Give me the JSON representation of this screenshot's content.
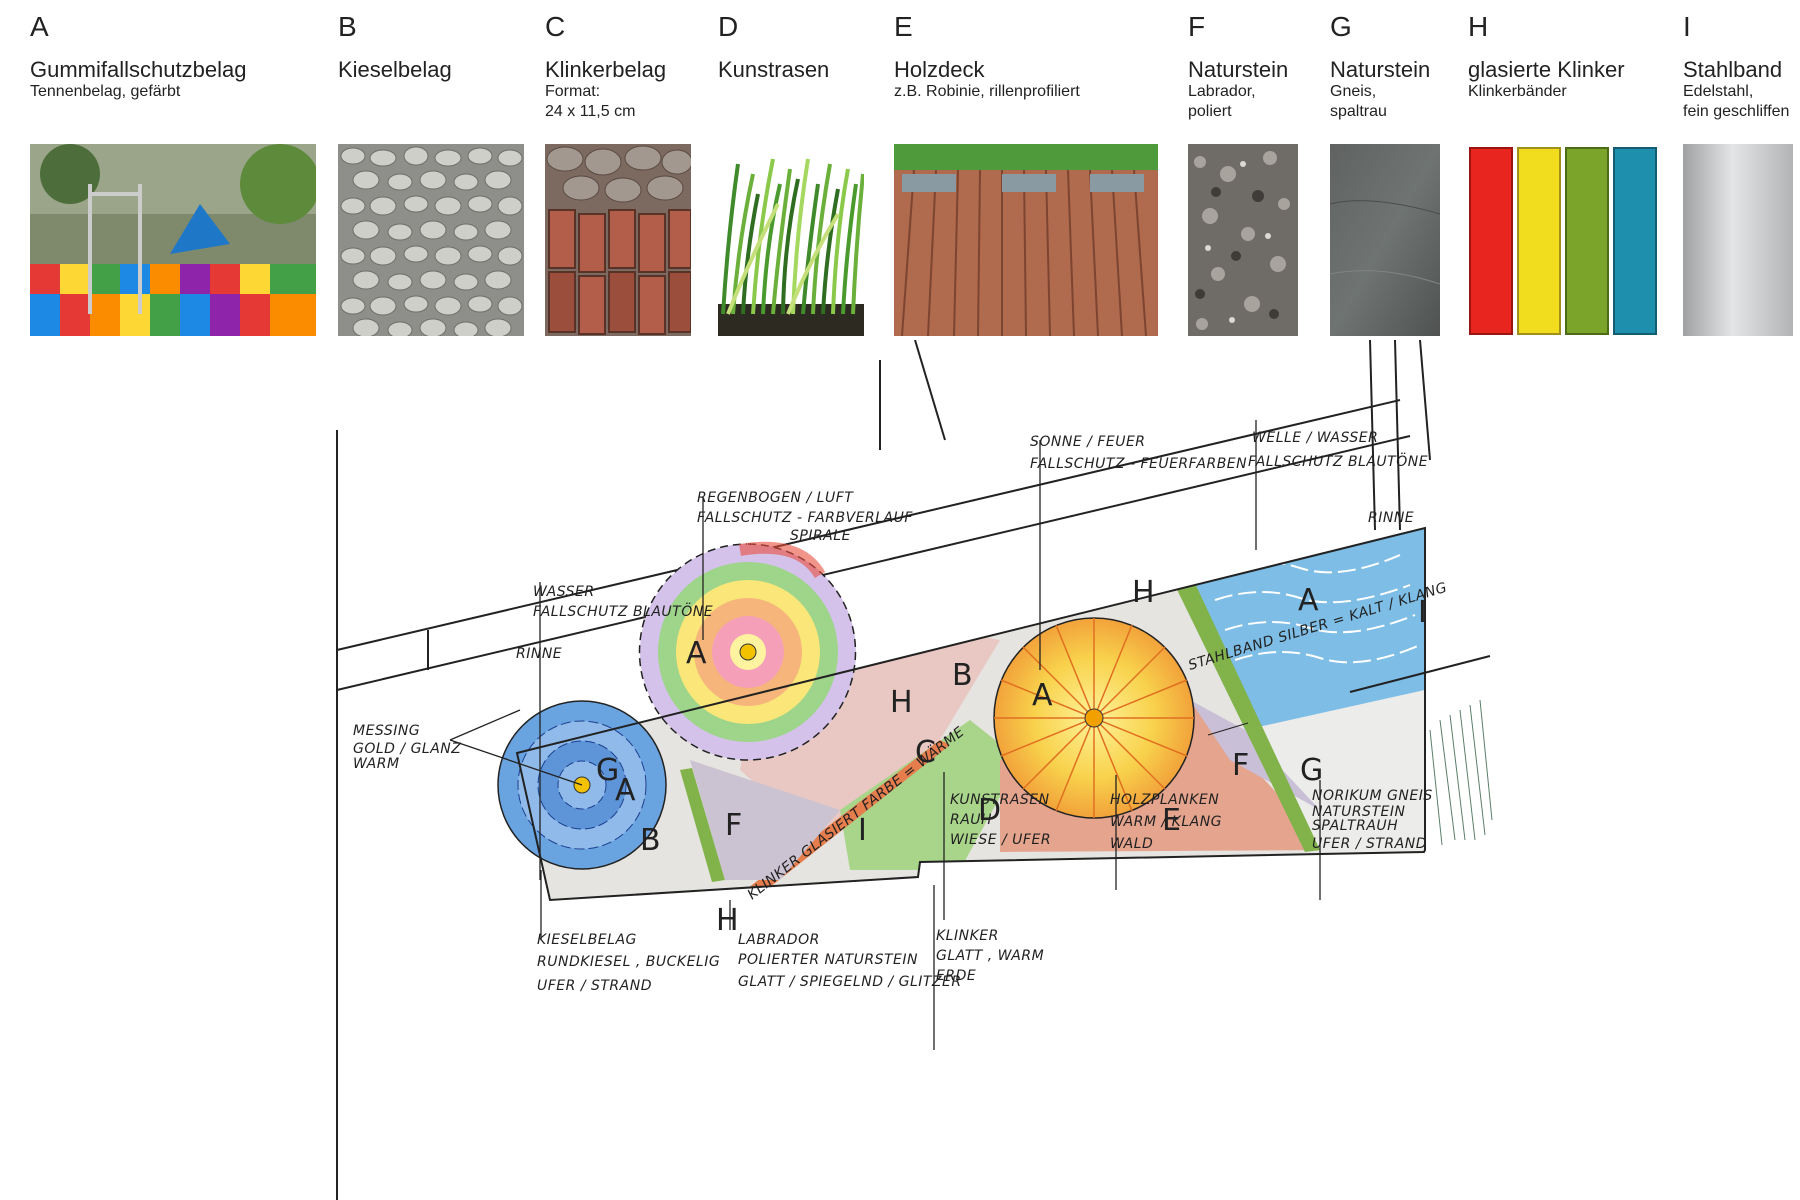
{
  "materials": [
    {
      "letter": "A",
      "name": "Gummifallschutzbelag",
      "desc1": "Tennenbelag, gefärbt",
      "desc2": "",
      "desc3": "",
      "icon": "playground-photo"
    },
    {
      "letter": "B",
      "name": "Kieselbelag",
      "desc1": "",
      "desc2": "",
      "desc3": "",
      "icon": "pebble-photo"
    },
    {
      "letter": "C",
      "name": "Klinkerbelag",
      "desc1": "Format:",
      "desc2": "24 x 11,5 cm",
      "desc3": "",
      "icon": "brick-photo"
    },
    {
      "letter": "D",
      "name": "Kunstrasen",
      "desc1": "",
      "desc2": "",
      "desc3": "",
      "icon": "grass-photo"
    },
    {
      "letter": "E",
      "name": "Holzdeck",
      "desc1": "z.B. Robinie, rillenprofiliert",
      "desc2": "",
      "desc3": "",
      "icon": "wood-deck-photo"
    },
    {
      "letter": "F",
      "name": "Naturstein",
      "desc1": "Labrador,",
      "desc2": "poliert",
      "desc3": "",
      "icon": "labrador-stone-photo"
    },
    {
      "letter": "G",
      "name": "Naturstein",
      "desc1": "Gneis,",
      "desc2": "spaltrau",
      "desc3": "",
      "icon": "gneiss-stone-photo"
    },
    {
      "letter": "H",
      "name": "glasierte Klinker",
      "desc1": "Klinkerbänder",
      "desc2": "",
      "desc3": "",
      "icon": "glazed-bricks-photo"
    },
    {
      "letter": "I",
      "name": "Stahlband",
      "desc1": "Edelstahl,",
      "desc2": "fein geschliffen",
      "desc3": "",
      "icon": "steel-band-photo"
    }
  ],
  "swatch_colors": {
    "glazed_red": "#e8251f",
    "glazed_yellow": "#f1dc1e",
    "glazed_green": "#7aa42a",
    "glazed_blue": "#1f8fae",
    "water_blue": "#5aa7dc",
    "sun_yellow": "#f7d24a",
    "grass_green": "#8cc46a",
    "brick_red": "#d98a77"
  },
  "plan": {
    "labels": {
      "wasser_1": "WASSER",
      "wasser_2": "FALLSCHUTZ  BLAUTÖNE",
      "regenbogen_1": "REGENBOGEN / LUFT",
      "regenbogen_2": "FALLSCHUTZ -  FARBVERLAUF",
      "regenbogen_3": "SPIRALE",
      "sonne_1": "SONNE / FEUER",
      "sonne_2": "FALLSCHUTZ - FEUERFARBEN",
      "welle_1": "WELLE / WASSER",
      "welle_2": "FALLSCHUTZ  BLAUTÖNE",
      "rinne_left": "RINNE",
      "rinne_right": "RINNE",
      "messing_1": "MESSING",
      "messing_2": "GOLD / GLANZ",
      "messing_3": "WARM",
      "kunstrasen_1": "KUNSTRASEN",
      "kunstrasen_2": "RAUH",
      "kunstrasen_3": "WIESE / UFER",
      "holz_1": "HOLZPLANKEN",
      "holz_2": "WARM / KLANG",
      "holz_3": "WALD",
      "norikum_1": "NORIKUM GNEIS",
      "norikum_2": "NATURSTEIN",
      "norikum_3": "SPALTRAUH",
      "norikum_4": "UFER / STRAND",
      "kiesel_1": "KIESELBELAG",
      "kiesel_2": "RUNDKIESEL , BUCKELIG",
      "kiesel_3": "UFER / STRAND",
      "labrador_1": "LABRADOR",
      "labrador_2": "POLIERTER  NATURSTEIN",
      "labrador_3": "GLATT / SPIEGELND / GLITZER",
      "klinker_1": "KLINKER",
      "klinker_2": "GLATT , WARM",
      "klinker_3": "ERDE",
      "band_text": "KLINKER GLASIERT FARBE = WÄRME",
      "stahl_text": "STAHLBAND  SILBER = KALT / KLANG"
    },
    "zones": {
      "a1": "A",
      "a2": "A",
      "a3": "A",
      "a4": "A",
      "b1": "B",
      "b2": "B",
      "c": "C",
      "d": "D",
      "e": "E",
      "f1": "F",
      "f2": "F",
      "g1": "G",
      "g2": "G",
      "h1": "H",
      "h2": "H",
      "h3": "H",
      "i1": "I",
      "i2": "I"
    }
  }
}
